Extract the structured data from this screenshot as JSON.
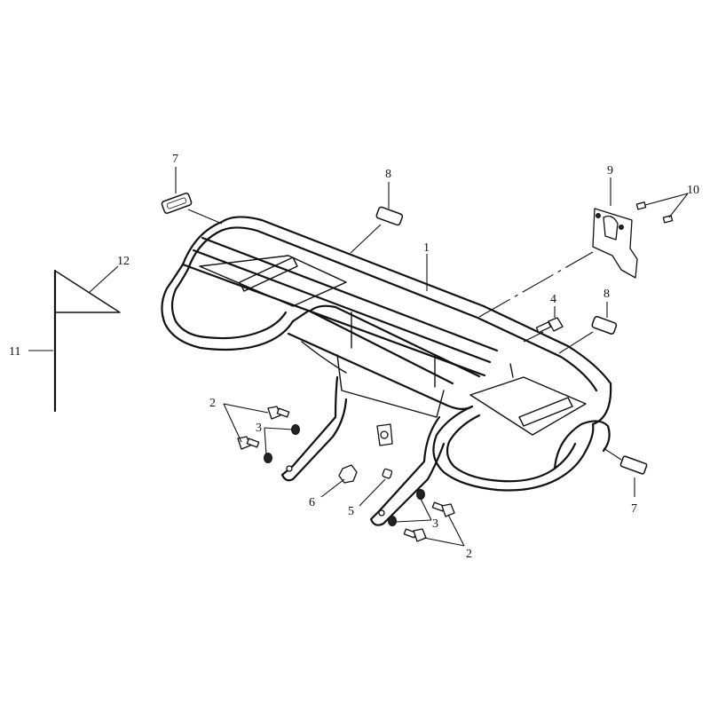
{
  "diagram": {
    "callouts": {
      "c1": "1",
      "c2a": "2",
      "c2b": "2",
      "c3a": "3",
      "c3b": "3",
      "c4": "4",
      "c5": "5",
      "c6": "6",
      "c7a": "7",
      "c7b": "7",
      "c8a": "8",
      "c8b": "8",
      "c9": "9",
      "c10": "10",
      "c11": "11",
      "c12": "12"
    }
  }
}
